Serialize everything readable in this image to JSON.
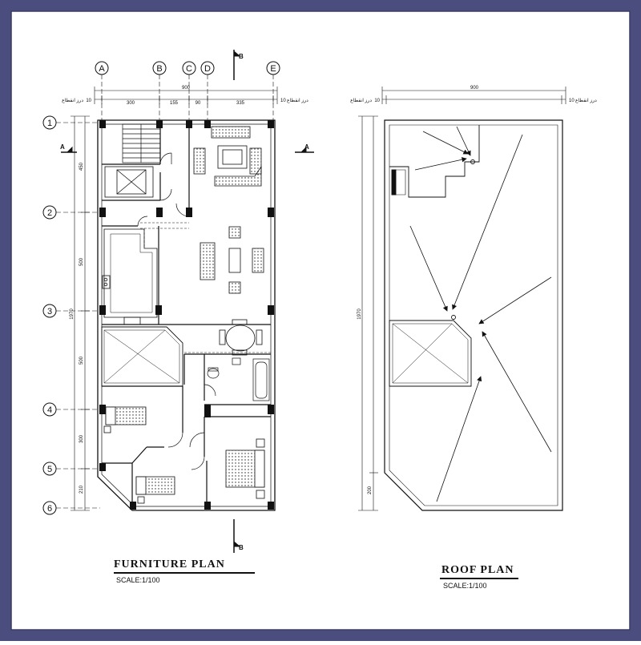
{
  "colors": {
    "frame": "#4a4d7e",
    "ink": "#111111"
  },
  "axes_columns": [
    "A",
    "B",
    "C",
    "D",
    "E"
  ],
  "axes_rows": [
    "1",
    "2",
    "3",
    "4",
    "5",
    "6"
  ],
  "section_marks": {
    "top": "B",
    "bottom": "B",
    "left": "A",
    "right": "A"
  },
  "furniture_plan": {
    "title": "FURNITURE      PLAN",
    "scale": "SCALE:1/100",
    "overall_width": "900",
    "column_dims": [
      "300",
      "155",
      "90",
      "335"
    ],
    "edge_dim": "10",
    "side_label_left": "درز انقطاع",
    "side_label_right": "درز انقطاع",
    "overall_height": "1970",
    "row_dims": [
      "450",
      "500",
      "500",
      "300",
      "210"
    ]
  },
  "roof_plan": {
    "title": "ROOF PLAN",
    "scale": "SCALE:1/100",
    "overall_width": "900",
    "edge_dim": "10",
    "side_label_left": "درز انقطاع",
    "side_label_right": "درز انقطاع",
    "overall_height": "1970",
    "bottom_dim": "200"
  }
}
